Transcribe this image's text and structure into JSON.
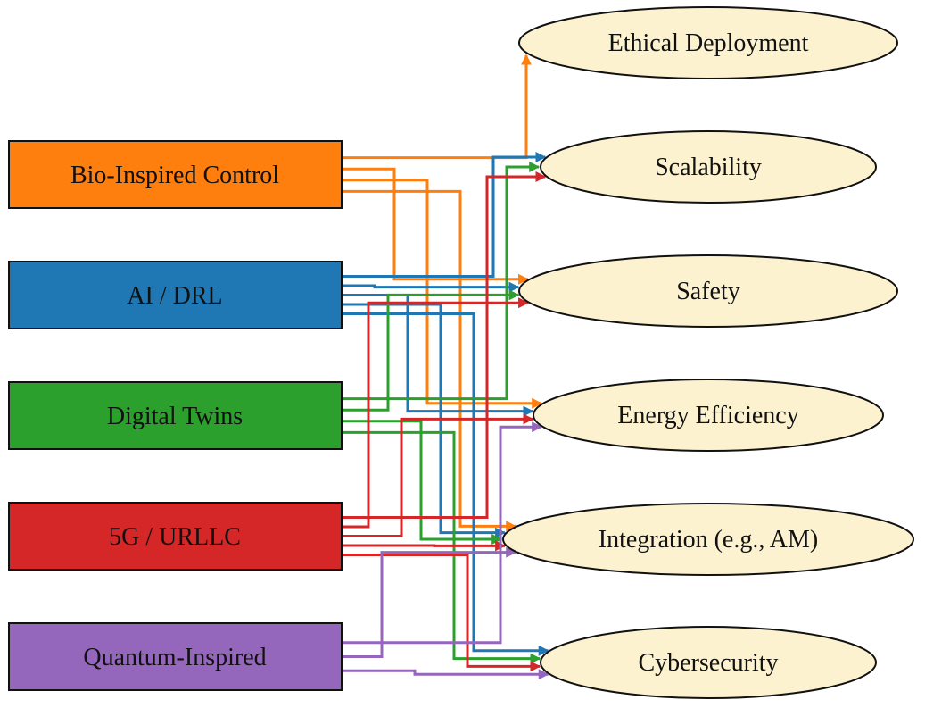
{
  "diagram": {
    "sources": [
      {
        "id": "bio",
        "label": "Bio-Inspired Control",
        "color": "#ff7f0e"
      },
      {
        "id": "ai",
        "label": "AI / DRL",
        "color": "#1f77b4"
      },
      {
        "id": "dt",
        "label": "Digital Twins",
        "color": "#2ca02c"
      },
      {
        "id": "5g",
        "label": "5G / URLLC",
        "color": "#d62728"
      },
      {
        "id": "qi",
        "label": "Quantum-Inspired",
        "color": "#9467bd"
      }
    ],
    "targets": [
      {
        "id": "ethical",
        "label": "Ethical Deployment"
      },
      {
        "id": "scal",
        "label": "Scalability"
      },
      {
        "id": "safety",
        "label": "Safety"
      },
      {
        "id": "energy",
        "label": "Energy Efficiency"
      },
      {
        "id": "integ",
        "label": "Integration (e.g., AM)"
      },
      {
        "id": "cyber",
        "label": "Cybersecurity"
      }
    ],
    "target_fill": "#fdf2cf",
    "edges": [
      {
        "from": "bio",
        "to": "ethical"
      },
      {
        "from": "bio",
        "to": "safety"
      },
      {
        "from": "bio",
        "to": "energy"
      },
      {
        "from": "bio",
        "to": "integ"
      },
      {
        "from": "ai",
        "to": "scal"
      },
      {
        "from": "ai",
        "to": "safety"
      },
      {
        "from": "ai",
        "to": "energy"
      },
      {
        "from": "ai",
        "to": "integ"
      },
      {
        "from": "ai",
        "to": "cyber"
      },
      {
        "from": "dt",
        "to": "scal"
      },
      {
        "from": "dt",
        "to": "safety"
      },
      {
        "from": "dt",
        "to": "integ"
      },
      {
        "from": "dt",
        "to": "cyber"
      },
      {
        "from": "5g",
        "to": "scal"
      },
      {
        "from": "5g",
        "to": "safety"
      },
      {
        "from": "5g",
        "to": "energy"
      },
      {
        "from": "5g",
        "to": "integ"
      },
      {
        "from": "5g",
        "to": "cyber"
      },
      {
        "from": "qi",
        "to": "energy"
      },
      {
        "from": "qi",
        "to": "integ"
      },
      {
        "from": "qi",
        "to": "cyber"
      }
    ]
  }
}
